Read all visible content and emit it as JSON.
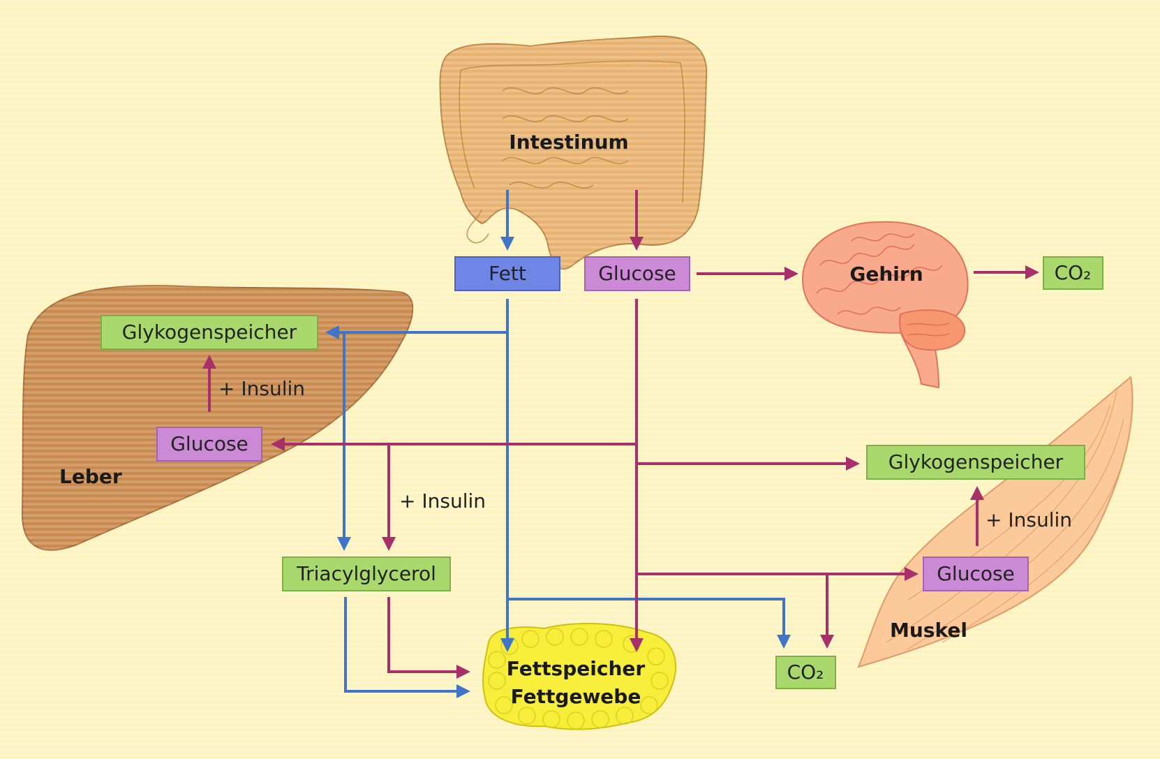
{
  "organs": {
    "intestinum": "Intestinum",
    "gehirn": "Gehirn",
    "leber": "Leber",
    "muskel": "Muskel",
    "fettspeicher_line1": "Fettspeicher",
    "fettspeicher_line2": "Fettgewebe"
  },
  "boxes": {
    "fett": "Fett",
    "glucose_intestine": "Glucose",
    "co2_brain": "CO₂",
    "glykogen_liver": "Glykogenspeicher",
    "glucose_liver": "Glucose",
    "triacylglycerol": "Triacylglycerol",
    "glykogen_muscle": "Glykogenspeicher",
    "glucose_muscle": "Glucose",
    "co2_bottom": "CO₂"
  },
  "labels": {
    "insulin_liver": "+ Insulin",
    "insulin_middle": "+ Insulin",
    "insulin_muscle": "+ Insulin"
  },
  "colors": {
    "background": "#fdf3bf",
    "fat_arrow": "#3f74c8",
    "glucose_arrow": "#a8306a",
    "fett_box": "#6f86e6",
    "glucose_box": "#cc8ad6",
    "green_box": "#a9d86c",
    "liver": "#c98a4e",
    "intestine": "#e8b370",
    "brain": "#f9a98c",
    "muscle": "#fbc99a",
    "fat_tissue": "#f6ee3a"
  }
}
